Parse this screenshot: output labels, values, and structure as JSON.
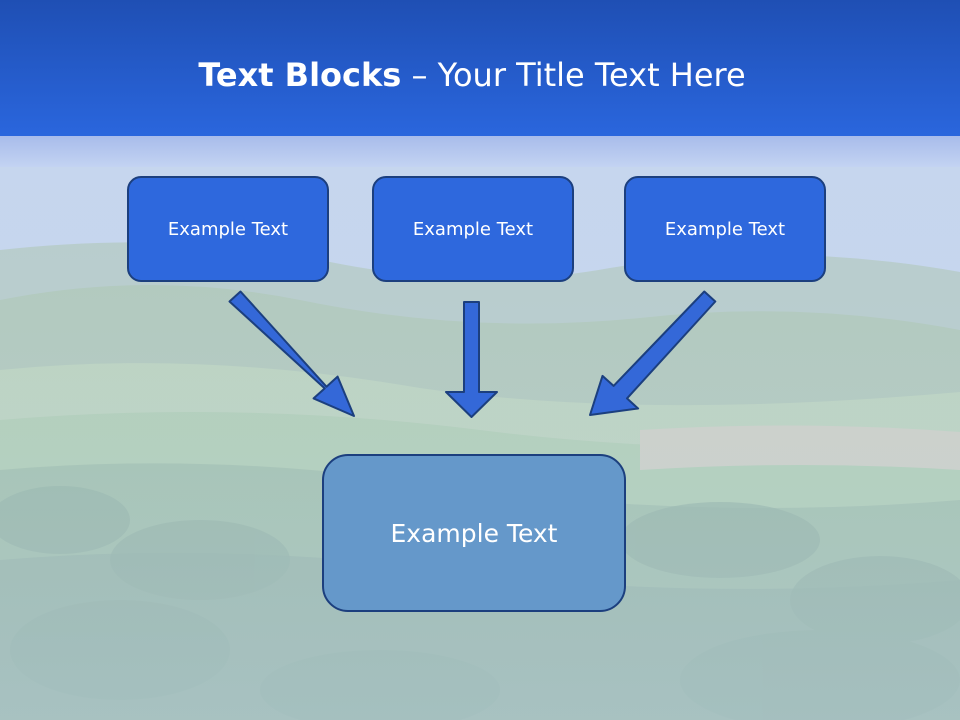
{
  "slide": {
    "title_bold": "Text Blocks",
    "title_separator": " – ",
    "title_rest": "Your Title Text Here"
  },
  "boxes": [
    {
      "label": "Example Text"
    },
    {
      "label": "Example Text"
    },
    {
      "label": "Example Text"
    }
  ],
  "target_box": {
    "label": "Example Text"
  },
  "colors": {
    "header": "#2a66dd",
    "box_fill": "#2e68dd",
    "target_fill": "#6598ca",
    "arrow_fill": "#3468d8",
    "border": "#1c3f7e"
  }
}
